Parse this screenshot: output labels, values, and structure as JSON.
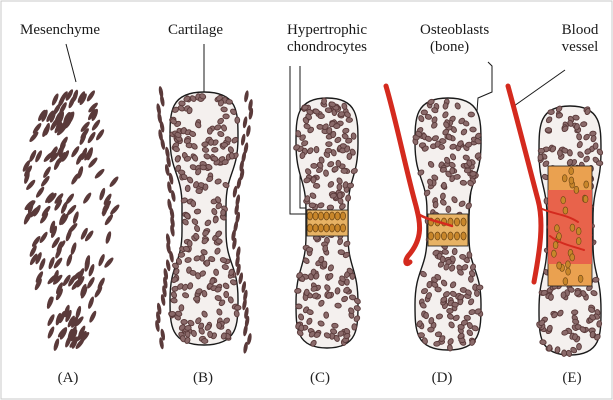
{
  "labels": {
    "mesenchyme": "Mesenchyme",
    "cartilage": "Cartilage",
    "hypertrophic_line1": "Hypertrophic",
    "hypertrophic_line2": "chondrocytes",
    "osteoblasts_line1": "Osteoblasts",
    "osteoblasts_line2": "(bone)",
    "blood_line1": "Blood",
    "blood_line2": "vessel"
  },
  "panels": [
    "(A)",
    "(B)",
    "(C)",
    "(D)",
    "(E)"
  ],
  "colors": {
    "cell": "#5a3a3a",
    "cell_fill": "#8a6a6a",
    "outline": "#1a1a1a",
    "hypertrophic": "#c8862a",
    "vessel": "#d42a1e",
    "bone_region": "#e8584a",
    "frame": "#c9c9c9"
  }
}
